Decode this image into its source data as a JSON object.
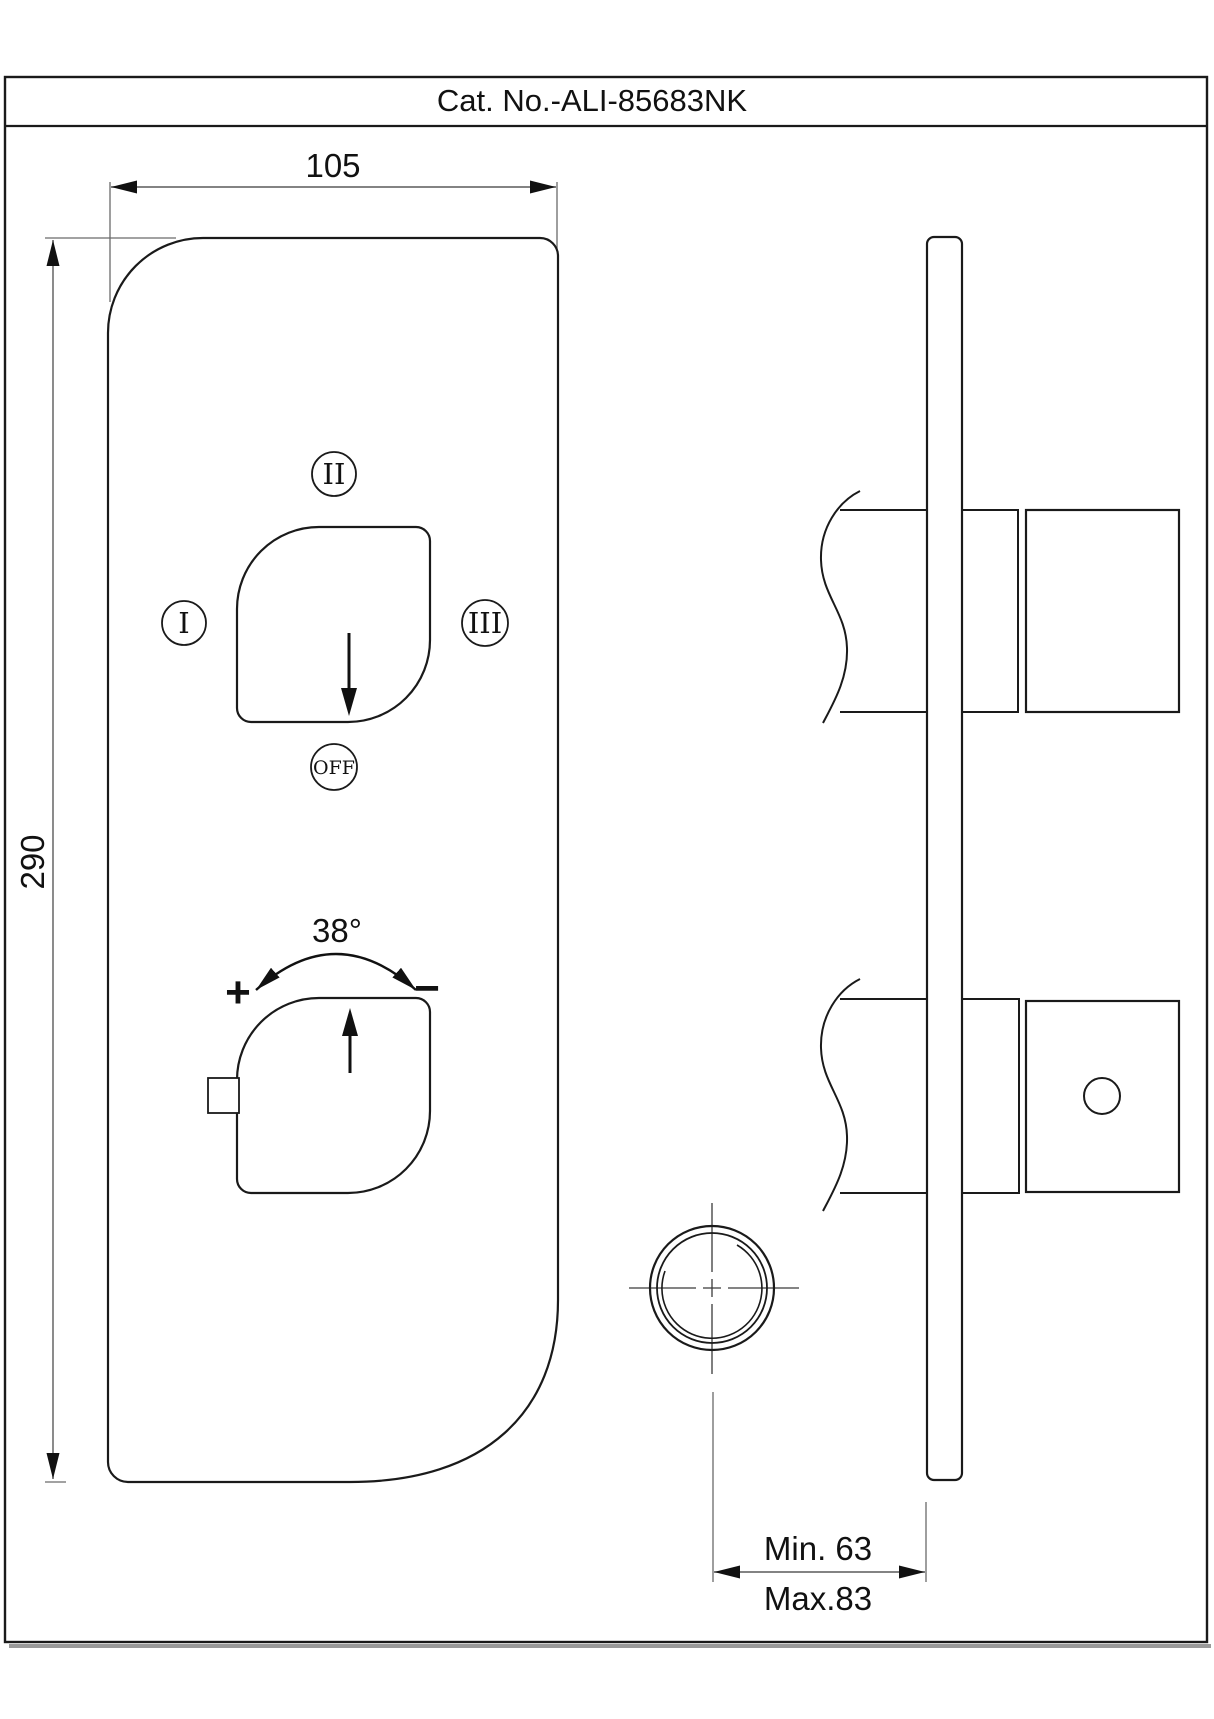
{
  "title": "Cat. No.-ALI-85683NK",
  "front_view": {
    "width_dim": "105",
    "height_dim": "290",
    "diverter": {
      "pos_left": "I",
      "pos_top": "II",
      "pos_right": "III",
      "off": "OFF"
    },
    "temp_control": {
      "angle": "38°",
      "plus": "+",
      "minus": "−"
    }
  },
  "side_view": {
    "depth_min": "Min. 63",
    "depth_max": "Max.83"
  },
  "icons": {
    "diverter_pointer": "down-arrow",
    "temp_pointer": "up-arrow",
    "angle_range": "curved-double-arrow"
  },
  "colors": {
    "line": "#1a1a1a",
    "dim_line": "#5a5a5a",
    "background": "#ffffff"
  }
}
